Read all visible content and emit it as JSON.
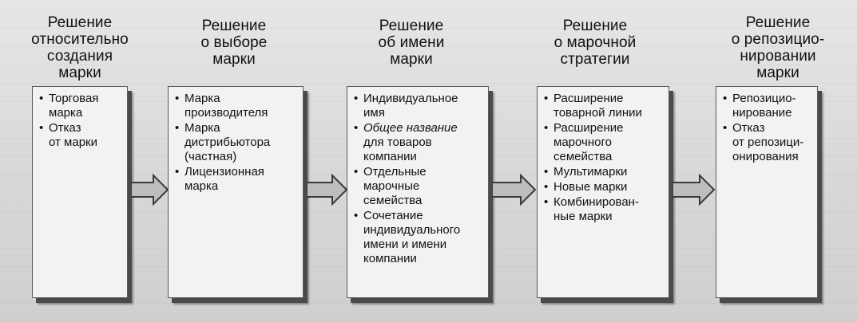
{
  "columns": [
    {
      "title": "Решение\nотносительно\nсоздания\nмарки",
      "items": [
        {
          "text": "Торговая\nмарка"
        },
        {
          "text": "Отказ\nот марки"
        }
      ]
    },
    {
      "title": "Решение\nо выборе\nмарки",
      "items": [
        {
          "text": "Марка\nпроизводителя"
        },
        {
          "text": "Марка\nдистрибьютора\n(частная)"
        },
        {
          "text": "Лицензионная\nмарка"
        }
      ]
    },
    {
      "title": "Решение\nоб имени\nмарки",
      "items": [
        {
          "text": "Индивидуальное\nимя"
        },
        {
          "italic": "Общее название",
          "rest": "\nдля товаров\nкомпании"
        },
        {
          "text": "Отдельные\nмарочные\nсемейства"
        },
        {
          "text": "Сочетание\nиндивидуального\nимени и имени\nкомпании"
        }
      ]
    },
    {
      "title": "Решение\nо марочной\nстратегии",
      "items": [
        {
          "text": "Расширение\nтоварной линии"
        },
        {
          "text": "Расширение\nмарочного\nсемейства"
        },
        {
          "text": "Мультимарки"
        },
        {
          "text": "Новые марки"
        },
        {
          "text": "Комбинирован-\nные марки"
        }
      ]
    },
    {
      "title": "Решение\nо репозицио-\nнировании\nмарки",
      "items": [
        {
          "text": "Репозицио-\nнирование"
        },
        {
          "text": "Отказ\nот репозици-\nонирования"
        }
      ]
    }
  ]
}
